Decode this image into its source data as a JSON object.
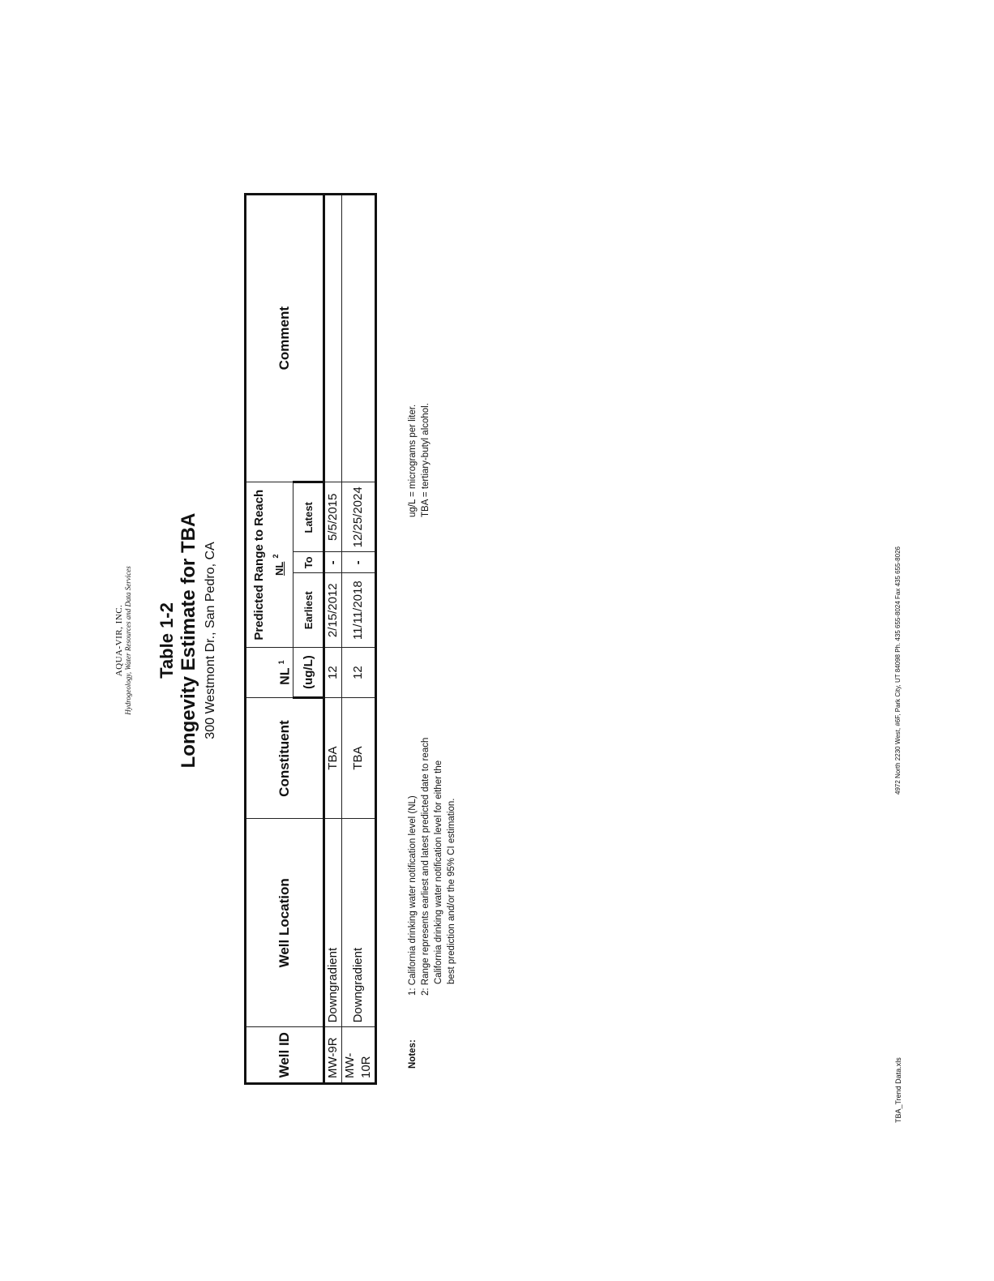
{
  "company": {
    "name": "AQUA-VIR, INC.",
    "tagline": "Hydrogeology, Water Resources and Data Services"
  },
  "title": {
    "table_number": "Table 1-2",
    "name": "Longevity Estimate for TBA",
    "address": "300 Westmont Dr., San Pedro, CA"
  },
  "table": {
    "headers": {
      "well_id": "Well ID",
      "well_location": "Well Location",
      "constituent": "Constituent",
      "nl": "NL",
      "nl_sup": "1",
      "nl_unit": "(ug/L)",
      "range_title": "Predicted Range to Reach",
      "range_nl": "NL",
      "range_nl_sup": "2",
      "earliest": "Earliest",
      "to": "To",
      "latest": "Latest",
      "comment": "Comment"
    },
    "rows": [
      {
        "well_id": "MW-9R",
        "location": "Downgradient",
        "constituent": "TBA",
        "nl": "12",
        "earliest": "2/15/2012",
        "dash": "-",
        "latest": "5/5/2015",
        "comment": ""
      },
      {
        "well_id": "MW-10R",
        "location": "Downgradient",
        "constituent": "TBA",
        "nl": "12",
        "earliest": "11/11/2018",
        "dash": "-",
        "latest": "12/25/2024",
        "comment": ""
      }
    ]
  },
  "notes": {
    "label": "Notes:",
    "note1": "1: California drinking water notification level (NL)",
    "note2_line1": "2: Range represents earliest and latest predicted date to reach",
    "note2_line2": "California drinking water notification level for either the",
    "note2_line3": "best prediction and/or the 95% CI estimation.",
    "abbr1": "ug/L = micrograms per liter.",
    "abbr2": "TBA = tertiary-butyl alcohol."
  },
  "footer": {
    "file": "TBA_Trend Data.xls",
    "address": "4972 North 2230 West, #6F, Park City, UT 84098   Ph. 435 655-8024   Fax 435 655-8026"
  }
}
